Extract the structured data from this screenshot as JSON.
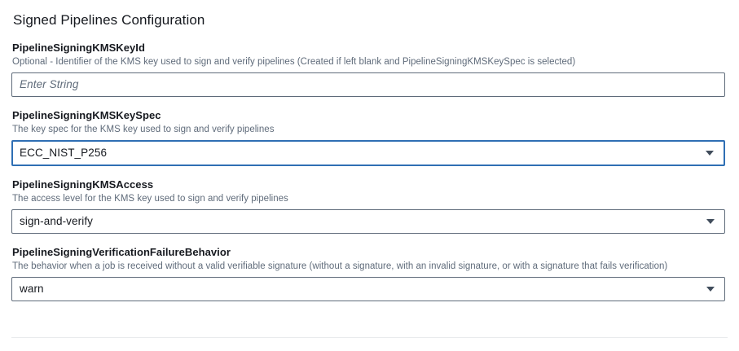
{
  "section": {
    "title": "Signed Pipelines Configuration"
  },
  "fields": [
    {
      "name": "pipeline-signing-kms-key-id",
      "label": "PipelineSigningKMSKeyId",
      "description": "Optional - Identifier of the KMS key used to sign and verify pipelines (Created if left blank and PipelineSigningKMSKeySpec is selected)",
      "control": "text-input",
      "value": "",
      "placeholder": "Enter String",
      "focused": false
    },
    {
      "name": "pipeline-signing-kms-key-spec",
      "label": "PipelineSigningKMSKeySpec",
      "description": "The key spec for the KMS key used to sign and verify pipelines",
      "control": "select",
      "value": "ECC_NIST_P256",
      "placeholder": "",
      "focused": true
    },
    {
      "name": "pipeline-signing-kms-access",
      "label": "PipelineSigningKMSAccess",
      "description": "The access level for the KMS key used to sign and verify pipelines",
      "control": "select",
      "value": "sign-and-verify",
      "placeholder": "",
      "focused": false
    },
    {
      "name": "pipeline-signing-verification-failure-behavior",
      "label": "PipelineSigningVerificationFailureBehavior",
      "description": "The behavior when a job is received without a valid verifiable signature (without a signature, with an invalid signature, or with a signature that fails verification)",
      "control": "select",
      "value": "warn",
      "placeholder": "",
      "focused": false
    }
  ],
  "icons": {
    "caret": "chevron-down-icon"
  },
  "colors": {
    "focus_border": "#2f6fb4",
    "border": "#5f6b7a",
    "label_text": "#16191f",
    "description_text": "#5f6b7a",
    "divider": "#e9ebed",
    "background": "#ffffff"
  }
}
